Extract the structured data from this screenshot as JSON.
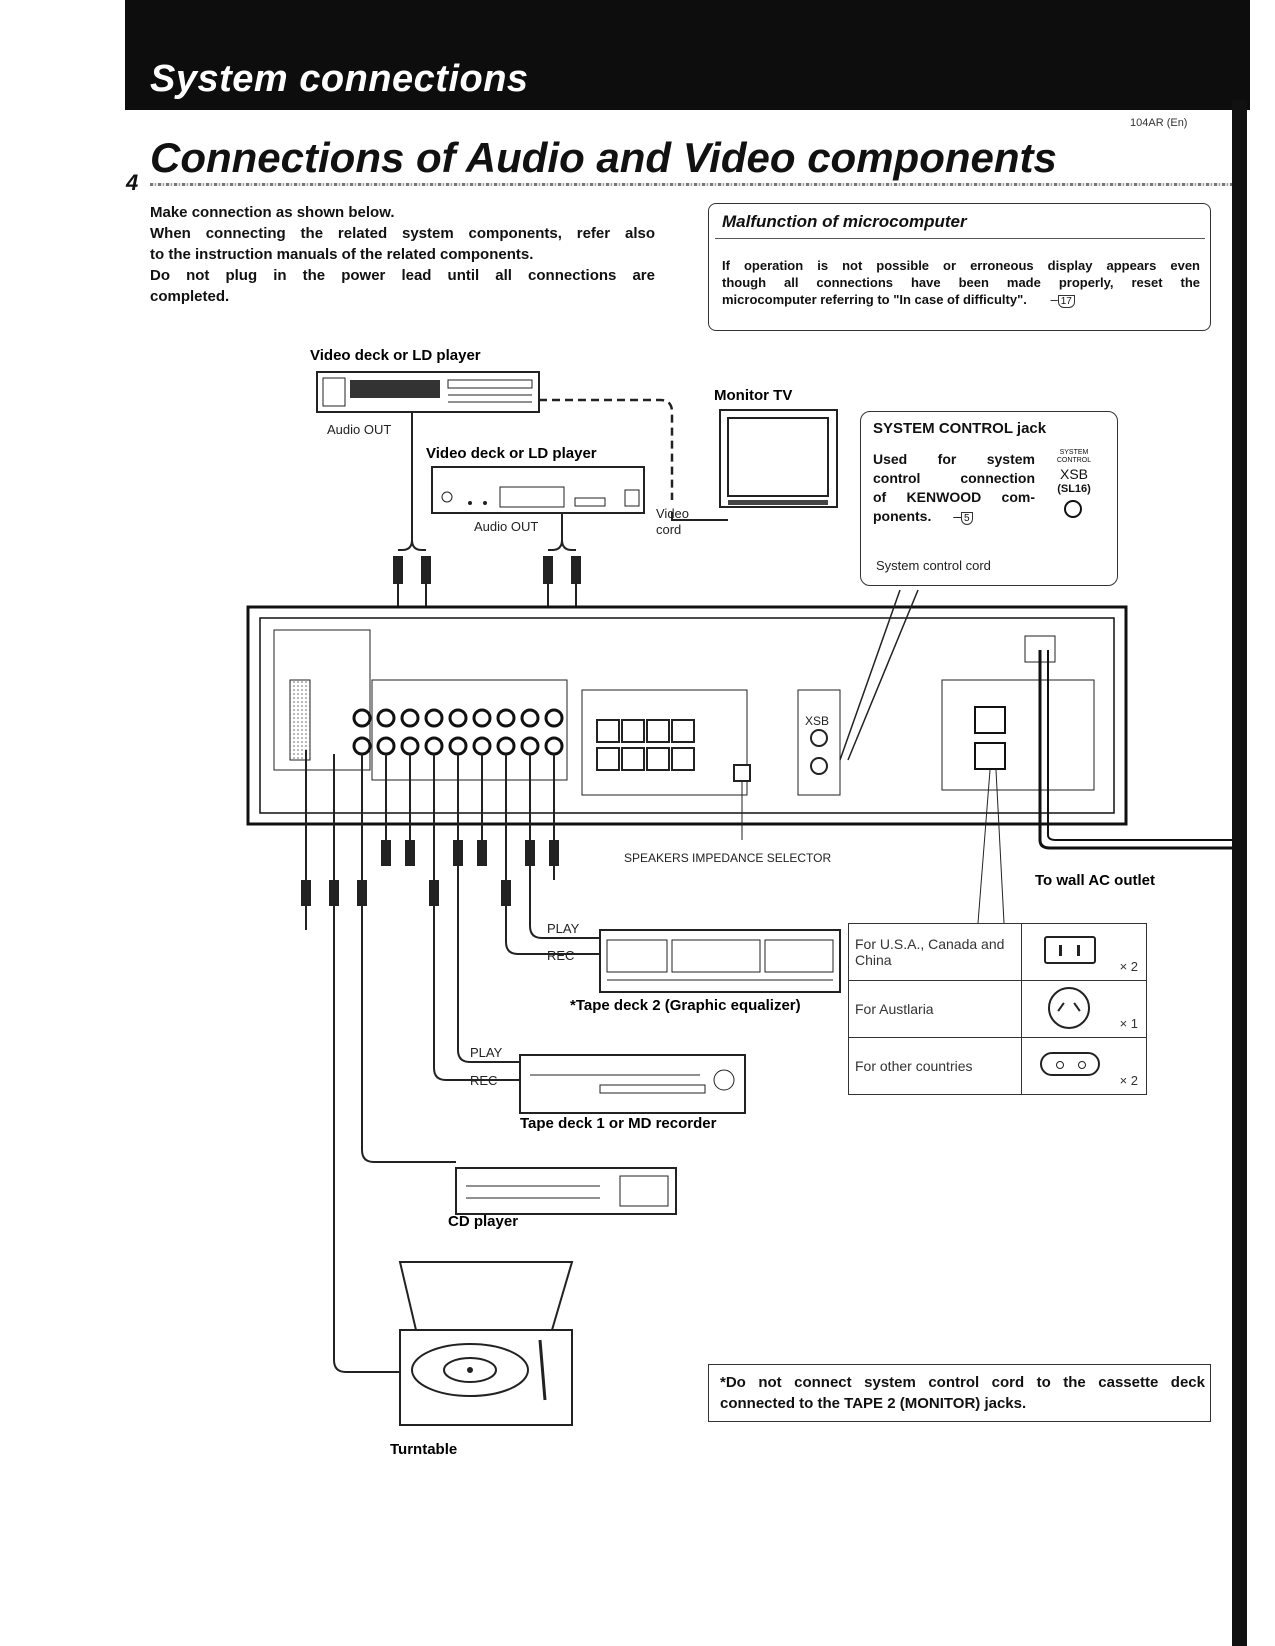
{
  "header": {
    "title": "System connections"
  },
  "doc_code": "104AR (En)",
  "page_number": "4",
  "section_title": "Connections of Audio and Video components",
  "intro": {
    "line1": "Make connection as shown below.",
    "line2": "When connecting the related system components, refer also",
    "line3": "to the instruction manuals of the related components.",
    "line4": "Do not plug in the power lead until all connections are",
    "line5": "completed."
  },
  "malfunction": {
    "title": "Malfunction of microcomputer",
    "line1": "If operation is not possible or erroneous display appears even",
    "line2": "though all connections have been made properly, reset the",
    "line3": "microcomputer referring to \"In case of difficulty\".",
    "ref": "17"
  },
  "diagram": {
    "video_deck_1": "Video deck or LD player",
    "audio_out_1": "Audio OUT",
    "video_deck_2": "Video deck or LD player",
    "audio_out_2": "Audio OUT",
    "monitor_tv": "Monitor TV",
    "video_cord_1": "Video",
    "video_cord_2": "cord",
    "speakers_selector": "SPEAKERS IMPEDANCE SELECTOR",
    "to_wall": "To wall AC outlet",
    "play_1": "PLAY",
    "rec_1": "REC",
    "tape_deck_2": "*Tape deck 2 (Graphic equalizer)",
    "play_2": "PLAY",
    "rec_2": "REC",
    "tape_deck_1": "Tape deck 1 or MD recorder",
    "cd_player": "CD player",
    "turntable": "Turntable"
  },
  "system_control": {
    "title": "SYSTEM CONTROL jack",
    "line1": "Used for system",
    "line2": "control connection",
    "line3": "of KENWOOD com-",
    "line4": "ponents.",
    "ref": "5",
    "cord_label": "System control cord",
    "jack_label_small": "SYSTEM CONTROL",
    "jack_label": "XSB",
    "jack_sub": "(SL16)"
  },
  "ac_outlets": [
    {
      "region": "For U.S.A., Canada and China",
      "count": "× 2"
    },
    {
      "region": "For Austlaria",
      "count": "× 1"
    },
    {
      "region": "For other countries",
      "count": "× 2"
    }
  ],
  "note": {
    "line1": "*Do not connect system control cord to the cassette deck",
    "line2": "connected to the TAPE 2 (MONITOR) jacks."
  }
}
